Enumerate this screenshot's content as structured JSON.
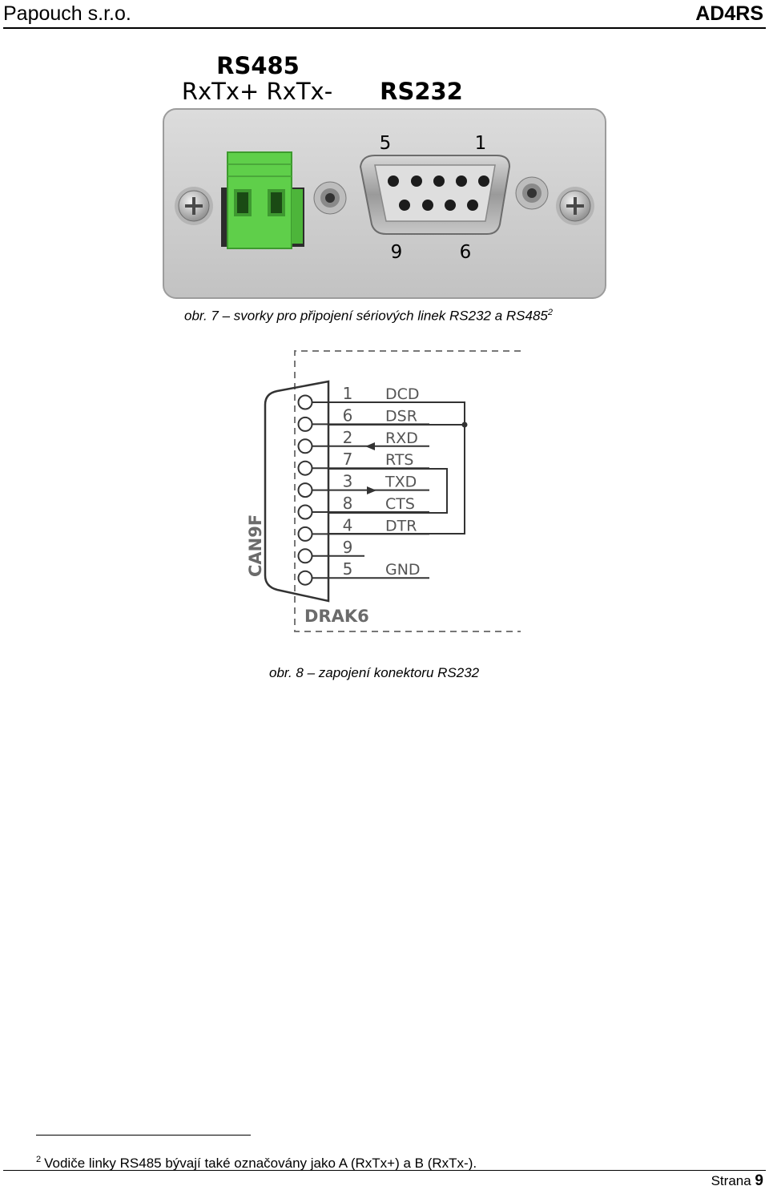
{
  "header": {
    "company": "Papouch s.r.o.",
    "product": "AD4RS"
  },
  "figure7": {
    "rs485_title": "RS485",
    "rs485_terminals": "RxTx+ RxTx-",
    "rs232_title": "RS232",
    "pin_top_left": "5",
    "pin_top_right": "1",
    "pin_bottom_left": "9",
    "pin_bottom_right": "6",
    "caption": "obr. 7 – svorky pro připojení sériových linek RS232 a RS485",
    "caption_footnote_ref": "2",
    "colors": {
      "panel": "#cfcfcf",
      "terminal_green": "#5fcf4a",
      "dsub_shell": "#a9a9a9"
    }
  },
  "figure8": {
    "connector_label": "CAN9F",
    "device_label": "DRAK6",
    "pins": [
      {
        "num": "1",
        "signal": "DCD"
      },
      {
        "num": "6",
        "signal": "DSR"
      },
      {
        "num": "2",
        "signal": "RXD"
      },
      {
        "num": "7",
        "signal": "RTS"
      },
      {
        "num": "3",
        "signal": "TXD"
      },
      {
        "num": "8",
        "signal": "CTS"
      },
      {
        "num": "4",
        "signal": "DTR"
      },
      {
        "num": "9",
        "signal": ""
      },
      {
        "num": "5",
        "signal": "GND"
      }
    ],
    "caption": "obr. 8 – zapojení konektoru RS232"
  },
  "footnote": {
    "number": "2",
    "text": "Vodiče linky RS485 bývají také označovány jako A (RxTx+) a B (RxTx-)."
  },
  "footer": {
    "page_label": "Strana",
    "page_number": "9"
  }
}
